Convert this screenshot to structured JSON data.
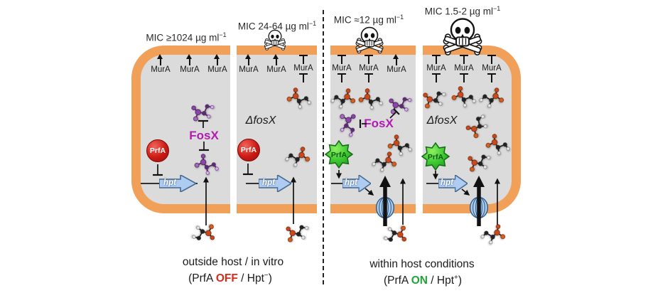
{
  "labels": {
    "mura": "MurA",
    "fosx": "FosX",
    "delta_fosx": "ΔfosX",
    "prfa": "PrfA",
    "hpt": "hpt"
  },
  "mic_labels": [
    {
      "text": "MIC ≥1024 µg ml",
      "sup": "−1"
    },
    {
      "text": "MIC 24-64 µg ml",
      "sup": "−1"
    },
    {
      "text": "MIC ≈12 µg ml",
      "sup": "−1"
    },
    {
      "text": "MIC 1.5-2 µg ml",
      "sup": "−1"
    }
  ],
  "captions": {
    "left_line1": "outside host / in vitro",
    "left_open": "(PrfA ",
    "left_state": "OFF",
    "left_mid": " / Hpt",
    "left_sup": "−",
    "left_close": ")",
    "right_line1": "within host conditions",
    "right_open": "(PrfA ",
    "right_state": "ON",
    "right_mid": " / Hpt",
    "right_sup": "+",
    "right_close": ")"
  },
  "icons": {
    "skulls": [
      "skull-crossbones-small",
      "skull-crossbones-medium",
      "skull-crossbones-large"
    ],
    "transporter": "hpt-transporter-channel",
    "fosfomycin": "fosfomycin-molecule",
    "inactivated_fosfomycin": "inactivated-fosfomycin-molecule"
  },
  "colors": {
    "membrane_orange": "#F0A058",
    "cytoplasm_gray": "#DBDBDB",
    "prfa_off_red": "#CC1A14",
    "prfa_on_green": "#2FBE2F",
    "hpt_arrow_blue": "#AECBF1",
    "fosx_magenta": "#B21BB2",
    "off_text_red": "#D92B1C",
    "on_text_green": "#1FA637"
  }
}
